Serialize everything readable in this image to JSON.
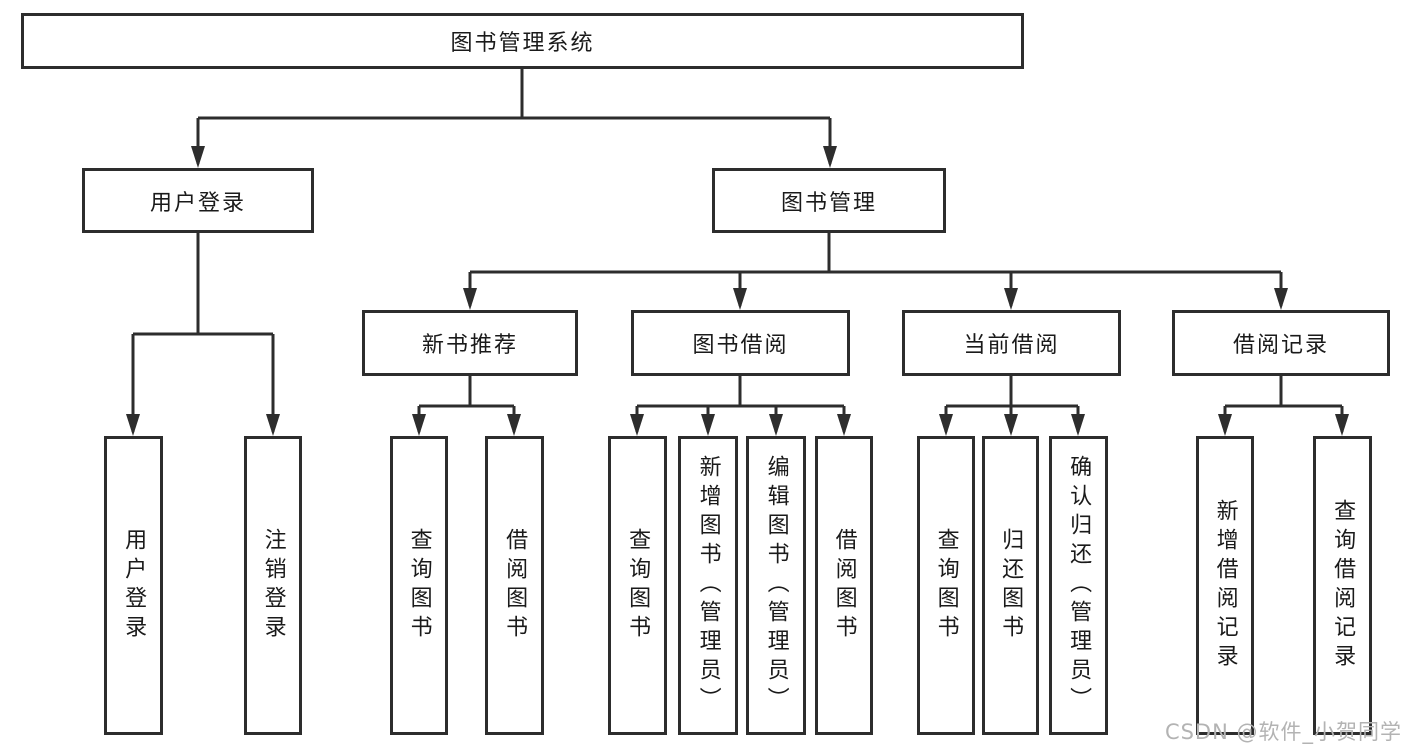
{
  "root": {
    "label": "图书管理系统"
  },
  "level2": [
    {
      "label": "用户登录",
      "children": [
        "用户登录",
        "注销登录"
      ]
    },
    {
      "label": "图书管理"
    }
  ],
  "level3": [
    {
      "label": "新书推荐",
      "children": [
        "查询图书",
        "借阅图书"
      ]
    },
    {
      "label": "图书借阅",
      "children": [
        "查询图书",
        "新增图书（管理员）",
        "编辑图书（管理员）",
        "借阅图书"
      ]
    },
    {
      "label": "当前借阅",
      "children": [
        "查询图书",
        "归还图书",
        "确认归还（管理员）"
      ]
    },
    {
      "label": "借阅记录",
      "children": [
        "新增借阅记录",
        "查询借阅记录"
      ]
    }
  ],
  "watermark": {
    "text": "CSDN @软件_小贺同学"
  },
  "colors": {
    "line": "#2d2d2d",
    "box_border": "#2d2d2d",
    "text": "#1a1a1a",
    "watermark": "#b3b3b3",
    "background": "#ffffff"
  }
}
